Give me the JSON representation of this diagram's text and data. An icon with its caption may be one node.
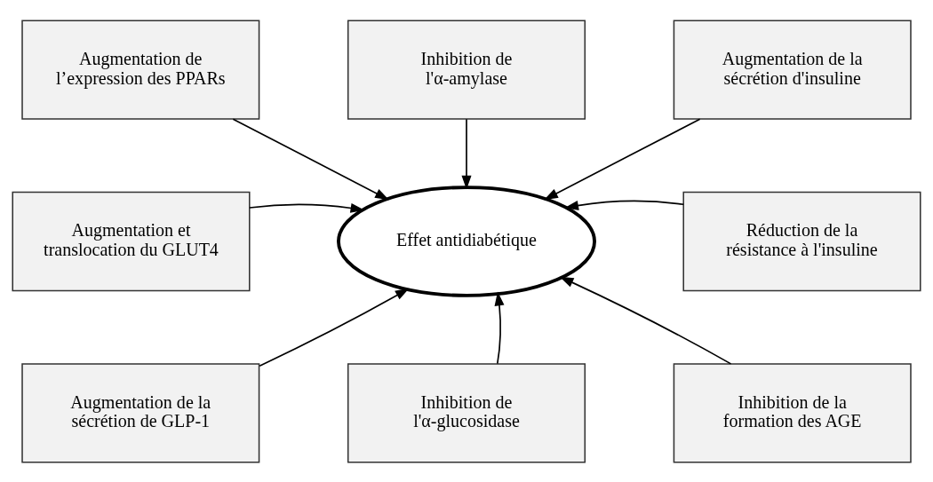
{
  "diagram": {
    "nodes": [
      {
        "text": [
          "Augmentation de l’expression des PPARs"
        ]
      },
      {
        "text": [
          "Inhibition de l'α-amylase"
        ]
      },
      {
        "text": [
          "Augmentation de la sécrétion d'insuline"
        ]
      },
      {
        "text": [
          "Augmentation et translocation du GLUT4"
        ]
      },
      {
        "text": [
          "Effet antidiabétique"
        ]
      },
      {
        "text": [
          "Réduction de la résistance à l'insuline"
        ]
      },
      {
        "text": [
          "Augmentation de la sécrétion de GLP-1"
        ]
      },
      {
        "text": [
          "Inhibition de l'α-glucosidase"
        ]
      },
      {
        "text": [
          "Inhibition de la formation des AGE"
        ]
      }
    ],
    "edges": [
      {
        "from": 0,
        "to": 4,
        "arrow": "to"
      },
      {
        "from": 1,
        "to": 4,
        "arrow": "to"
      },
      {
        "from": 2,
        "to": 4,
        "arrow": "to"
      },
      {
        "from": 3,
        "to": 4,
        "arrow": "to"
      },
      {
        "from": 5,
        "to": 4,
        "arrow": "to"
      },
      {
        "from": 6,
        "to": 4,
        "arrow": "to"
      },
      {
        "from": 7,
        "to": 4,
        "arrow": "to"
      },
      {
        "from": 8,
        "to": 4,
        "arrow": "to"
      }
    ]
  }
}
